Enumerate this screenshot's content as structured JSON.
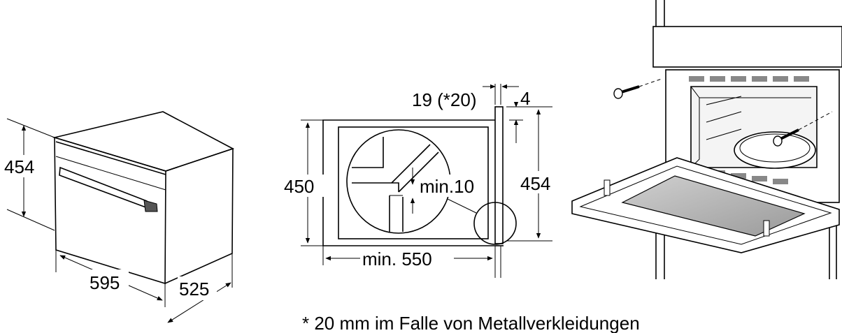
{
  "oven_dimensions": {
    "height": "454",
    "width": "595",
    "depth": "525"
  },
  "section": {
    "panel_thickness": "19 (*20)",
    "gap": "4",
    "niche_height": "450",
    "device_height": "454",
    "min_gap": "min.10",
    "min_depth": "min. 550"
  },
  "footnote": "* 20 mm im Falle von Metallverkleidungen"
}
